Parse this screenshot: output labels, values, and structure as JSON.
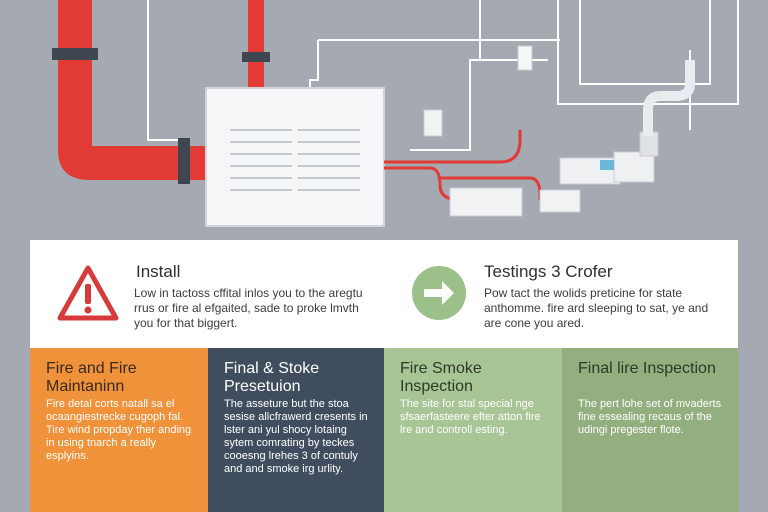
{
  "install": {
    "title": "Install",
    "body": "Low in tactoss cffital inlos you to the aregtu rrus or fire al efgaited, sade to proke lmvth you for that biggert.",
    "icon": "warning-icon"
  },
  "testing": {
    "title": "Testings 3 Crofer",
    "body": "Pow tact the wolids preticine for state anthomme. fire ard sleeping to sat, ye and are cone you ared.",
    "icon": "arrow-right-icon"
  },
  "cards": [
    {
      "title": "Fire and Fire Maintaninn",
      "body": "Fire detal corts natall sa el ocaangiestrecke cugoph fal. Tire wind propday ther anding in using tnarch a really esplyins.",
      "bg": "#f0923a",
      "title_color": "#3a2a1a",
      "body_color": "#ffffff"
    },
    {
      "title": "Final & Stoke Presetuion",
      "body": "The asseture but the stoa sesise allcfrawerd cresents in lster ani yul shocy lotaing sytem comrating by teckes cooesng lrehes 3 of contuly and and smoke irg urlity.",
      "bg": "#3f4d5e",
      "title_color": "#ffffff",
      "body_color": "#ffffff"
    },
    {
      "title": "Fire Smoke Inspection",
      "body": "The site for stal special nge sfsaerfasteere efter atton fire lre and controll esting.",
      "bg": "#a8c596",
      "title_color": "#2c3a26",
      "body_color": "#ffffff"
    },
    {
      "title": "Final lire Inspection",
      "body": "The pert lohe set of mvaderts fine essealing recaus of the udingi pregester flote.",
      "bg": "#93ae7f",
      "title_color": "#2c3a26",
      "body_color": "#ffffff"
    }
  ],
  "colors": {
    "background": "#a4a9b2",
    "pipe_red": "#e23a35",
    "warning_red": "#d63a3a",
    "arrow_green": "#9cc08a"
  }
}
